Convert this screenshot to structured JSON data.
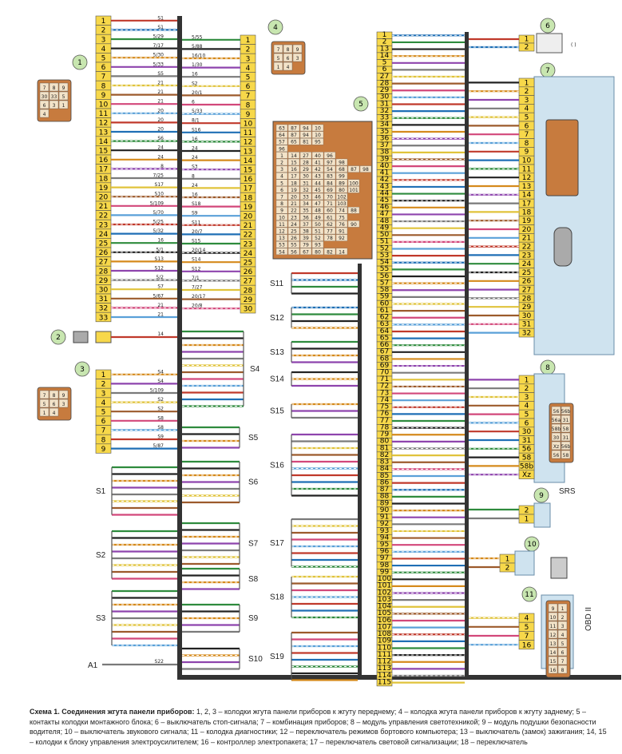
{
  "caption": {
    "title": "Схема 1. Соединения жгута панели приборов:",
    "text": "1, 2, 3 – колодки жгута панели приборов к жгуту переднему; 4 – колодка жгута панели приборов к жгуту заднему; 5 – контакты колодки монтажного блока; 6 – выключатель стоп-сигнала; 7 – комбинация приборов; 8 – модуль управления светотехникой; 9 – модуль подушки безопасности водителя; 10 – выключатель звукового сигнала; 11 – колодка диагностики; 12 – переключатель режимов бортового компьютера; 13 – выключатель (замок) зажигания; 14, 15 – колодки к блоку управления электроусилителем; 16 – контроллер электропакета; 17 – переключатель световой сигнализации; 18 – переключатель"
  },
  "callouts": [
    "1",
    "2",
    "3",
    "4",
    "5",
    "6",
    "7",
    "8",
    "9",
    "10",
    "11"
  ],
  "connector1": {
    "left_pins": [
      "1",
      "2",
      "3",
      "4",
      "5",
      "6",
      "7",
      "8",
      "9",
      "10",
      "11",
      "12",
      "13",
      "14",
      "15",
      "16",
      "17",
      "18",
      "19",
      "20",
      "21",
      "22",
      "23",
      "24",
      "25",
      "26",
      "27",
      "28",
      "29",
      "30",
      "31",
      "32",
      "33"
    ],
    "right_pins": [
      "1",
      "2",
      "3",
      "4",
      "5",
      "6",
      "7",
      "8",
      "9",
      "10",
      "11",
      "12",
      "13",
      "14",
      "15",
      "16",
      "17",
      "18",
      "19",
      "20",
      "21",
      "22",
      "23",
      "24",
      "25",
      "26",
      "27",
      "28",
      "29",
      "30"
    ],
    "left_wire_labels": [
      "S1",
      "S1",
      "5/29",
      "7/17",
      "5/30",
      "5/33",
      "S5",
      "21",
      "21",
      "21",
      "20",
      "20",
      "20",
      "S6",
      "24",
      "24",
      "8",
      "7/25",
      "S17",
      "S10",
      "5/109",
      "5/70",
      "5/25",
      "5/32",
      "16",
      "5/1",
      "S13",
      "S12",
      "5/2",
      "S7",
      "5/67",
      "21",
      "21"
    ],
    "right_wire_labels": [
      "5/55",
      "5/88",
      "16/10",
      "1/30",
      "16",
      "S2",
      "20/1",
      "6",
      "5/33",
      "8/1",
      "S16",
      "16",
      "24",
      "24",
      "S3",
      "8",
      "24",
      "16",
      "S18",
      "S9",
      "S11",
      "20/7",
      "S15",
      "20/14",
      "S14",
      "S12",
      "7/1",
      "7/27",
      "20/17",
      "20/8"
    ]
  },
  "connector2": {
    "wire_label": "14"
  },
  "connector3": {
    "pins": [
      "1",
      "2",
      "3",
      "4",
      "5",
      "6",
      "7",
      "8",
      "9"
    ],
    "wire_labels": [
      "S4",
      "S4",
      "5/109",
      "S2",
      "S2",
      "S8",
      "S8",
      "S9",
      "5/87"
    ]
  },
  "connector4_face": [
    "7",
    "8",
    "9",
    "5",
    "6",
    "3",
    "1",
    "4"
  ],
  "connector1_face": [
    "7",
    "8",
    "9",
    "30",
    "33",
    "5",
    "6",
    "3",
    "1",
    "4"
  ],
  "connector3_face": [
    "7",
    "8",
    "9",
    "5",
    "6",
    "3",
    "1",
    "4"
  ],
  "mounting_block_rows": [
    [
      "63",
      "87",
      "94",
      "10"
    ],
    [
      "64",
      "87",
      "94",
      "10"
    ],
    [
      "57",
      "65",
      "81",
      "95"
    ],
    [
      "96"
    ],
    [
      "1",
      "14",
      "27",
      "40",
      "96"
    ],
    [
      "2",
      "15",
      "28",
      "41",
      "97",
      "98"
    ],
    [
      "3",
      "16",
      "29",
      "42",
      "54",
      "68",
      "87",
      "98"
    ],
    [
      "4",
      "17",
      "30",
      "43",
      "83",
      "99"
    ],
    [
      "5",
      "18",
      "31",
      "44",
      "84",
      "89",
      "100"
    ],
    [
      "6",
      "19",
      "32",
      "45",
      "69",
      "80",
      "101"
    ],
    [
      "7",
      "20",
      "33",
      "46",
      "70",
      "102"
    ],
    [
      "8",
      "21",
      "34",
      "47",
      "71",
      "103"
    ],
    [
      "9",
      "22",
      "35",
      "48",
      "60",
      "74",
      "88"
    ],
    [
      "10",
      "23",
      "36",
      "49",
      "61",
      "75"
    ],
    [
      "11",
      "24",
      "37",
      "50",
      "62",
      "76",
      "90"
    ],
    [
      "12",
      "25",
      "38",
      "51",
      "77",
      "91"
    ],
    [
      "13",
      "26",
      "39",
      "52",
      "78",
      "92"
    ],
    [
      "53",
      "55",
      "79",
      "93"
    ],
    [
      "54",
      "56",
      "67",
      "80",
      "82",
      "14"
    ]
  ],
  "splices": [
    "S1",
    "S2",
    "S3",
    "S4",
    "S5",
    "S6",
    "S7",
    "S8",
    "S9",
    "S10",
    "S11",
    "S12",
    "S13",
    "S14",
    "S15",
    "S16",
    "S17",
    "S18",
    "S19"
  ],
  "splice_a1": "A1",
  "splice_a1_label": "S22",
  "center_block_pins": [
    "1",
    "2",
    "13",
    "14",
    "5",
    "6",
    "27",
    "28",
    "29",
    "30",
    "31",
    "32",
    "33",
    "34",
    "35",
    "36",
    "37",
    "38",
    "39",
    "40",
    "41",
    "42",
    "43",
    "44",
    "45",
    "46",
    "47",
    "48",
    "49",
    "50",
    "51",
    "52",
    "53",
    "54",
    "55",
    "56",
    "57",
    "58",
    "59",
    "60",
    "61",
    "62",
    "63",
    "64",
    "65",
    "66",
    "67",
    "68",
    "69",
    "70",
    "71",
    "72",
    "73",
    "74",
    "75",
    "76",
    "77",
    "78",
    "79",
    "80",
    "81",
    "82",
    "83",
    "84",
    "85",
    "86",
    "87",
    "88",
    "89",
    "90",
    "91",
    "92",
    "93",
    "94",
    "95",
    "96",
    "97",
    "98",
    "99",
    "100",
    "101",
    "102",
    "103",
    "104",
    "105",
    "106",
    "107",
    "108",
    "109",
    "110",
    "111",
    "112",
    "113",
    "114",
    "115"
  ],
  "connector7_pins": [
    "1",
    "2",
    "3",
    "4",
    "5",
    "6",
    "7",
    "8",
    "9",
    "10",
    "11",
    "12",
    "13",
    "14",
    "17",
    "18",
    "19",
    "20",
    "21",
    "22",
    "23",
    "24",
    "25",
    "26",
    "27",
    "28",
    "29",
    "30",
    "31",
    "32"
  ],
  "connector8_pins": [
    "1",
    "2",
    "3",
    "4",
    "5",
    "6",
    "30",
    "31",
    "56",
    "58",
    "58b",
    "Xz"
  ],
  "connector8_face": [
    "56",
    "56b",
    "56a",
    "31",
    "58b",
    "58",
    "30",
    "31",
    "Xz",
    "56b",
    "56",
    "58"
  ],
  "connector9_pins": [
    "2",
    "1"
  ],
  "connector10_pins": [
    "1",
    "2"
  ],
  "connector11_pins": [
    "4",
    "5",
    "7",
    "16"
  ],
  "connector11_face": [
    "9",
    "1",
    "10",
    "2",
    "11",
    "3",
    "12",
    "4",
    "13",
    "5",
    "14",
    "6",
    "15",
    "7",
    "16",
    "8"
  ],
  "srs_label": "SRS",
  "obd_label": "OBD II",
  "colors": {
    "connector": "#f7d84a",
    "block": "#c77b3e",
    "module": "#cfe3ef",
    "bus": "#333333",
    "callout": "#c8e6b0"
  }
}
